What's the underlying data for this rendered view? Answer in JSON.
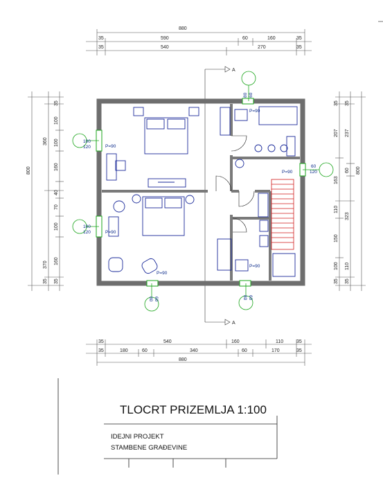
{
  "title": "TLOCRT PRIZEMLJA 1:100",
  "project": [
    "IDEJNI PROJEKT",
    "STAMBENE GRAĐEVINE"
  ],
  "section_label": "A",
  "top_total": "880",
  "top_row1": [
    "35",
    "590",
    "60",
    "160",
    "35"
  ],
  "top_row2": [
    "35",
    "540",
    "270",
    "35"
  ],
  "bottom_row1": [
    "35",
    "540",
    "160",
    "110",
    "35"
  ],
  "bottom_row2": [
    "35",
    "180",
    "60",
    "340",
    "60",
    "170",
    "35"
  ],
  "bottom_total": "880",
  "left_total": "800",
  "left_col1": [
    "360",
    "370",
    "35"
  ],
  "left_col2": [
    "35",
    "100",
    "100",
    "160",
    "40",
    "70",
    "100",
    "160",
    "35"
  ],
  "right_col1": [
    "35",
    "207",
    "163",
    "110",
    "150",
    "100",
    "35"
  ],
  "right_col2": [
    "35",
    "237",
    "60",
    "323",
    "110",
    "35"
  ],
  "right_total": "800",
  "windows": [
    {
      "top": "100",
      "bottom": "120",
      "p": "P=90"
    },
    {
      "top": "100",
      "bottom": "120",
      "p": "P=90"
    },
    {
      "top": "60",
      "bottom": "120",
      "p": "P=90"
    }
  ],
  "window_p_labels": [
    "P=90",
    "P=90",
    "P=90"
  ],
  "vertical_window_dims": [
    "80",
    "60",
    "80",
    "60",
    "80",
    "60"
  ],
  "colors": {
    "wall": "#7a7a7a",
    "fixture": "#1a2a9a",
    "dimension": "#555555",
    "window": "#1aa51a",
    "stair": "#d11a1a"
  }
}
